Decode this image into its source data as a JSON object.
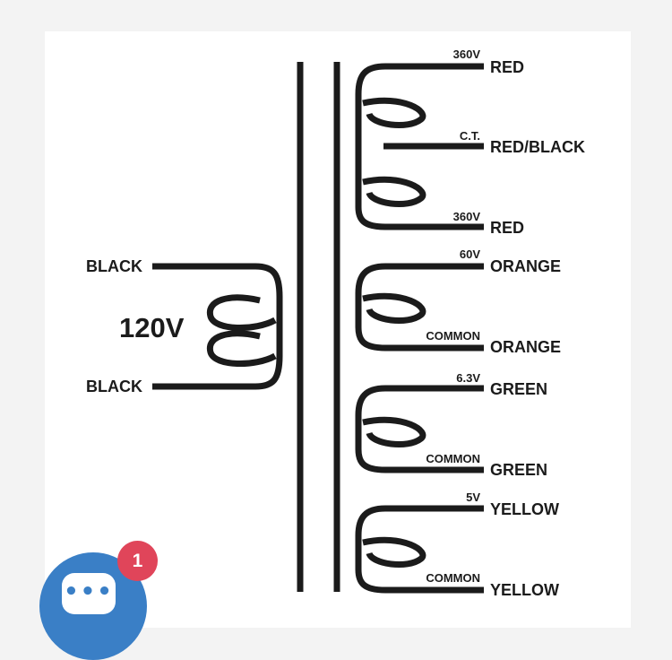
{
  "primary": {
    "voltage": "120V",
    "wires": [
      "BLACK",
      "BLACK"
    ]
  },
  "secondaries": [
    {
      "taps": [
        {
          "tag": "360V",
          "wire": "RED"
        },
        {
          "tag": "C.T.",
          "wire": "RED/BLACK"
        },
        {
          "tag": "360V",
          "wire": "RED"
        }
      ]
    },
    {
      "taps": [
        {
          "tag": "60V",
          "wire": "ORANGE"
        },
        {
          "tag": "COMMON",
          "wire": "ORANGE"
        }
      ]
    },
    {
      "taps": [
        {
          "tag": "6.3V",
          "wire": "GREEN"
        },
        {
          "tag": "COMMON",
          "wire": "GREEN"
        }
      ]
    },
    {
      "taps": [
        {
          "tag": "5V",
          "wire": "YELLOW"
        },
        {
          "tag": "COMMON",
          "wire": "YELLOW"
        }
      ]
    }
  ],
  "chat": {
    "icon": "chat-bubble-icon",
    "dots": "•••",
    "unread_count": "1",
    "accent": "#3a7fc6",
    "badge_color": "#e0455a"
  }
}
